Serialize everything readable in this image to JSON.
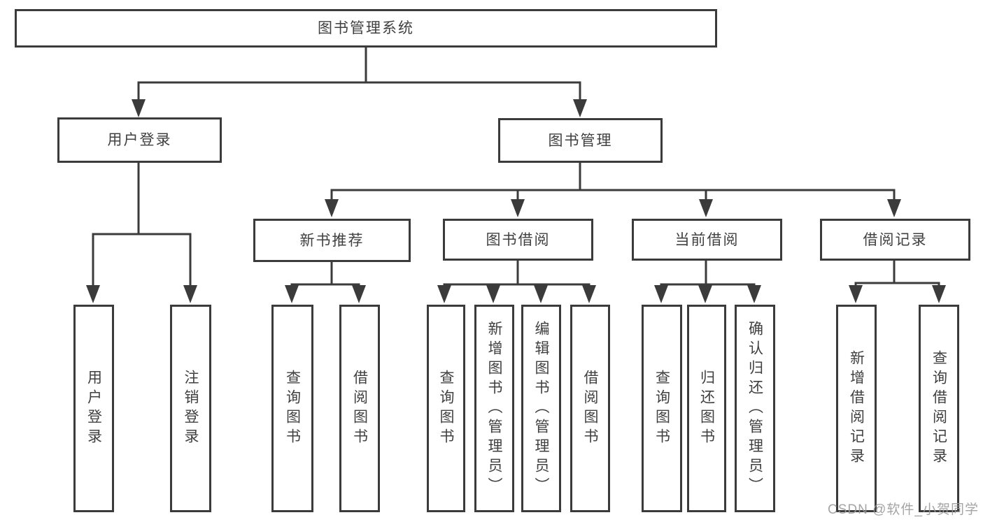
{
  "diagram": {
    "type": "hierarchy",
    "colors": {
      "line": "#3b3b3b",
      "box_border": "#3b3b3b",
      "text": "#404040",
      "background": "#ffffff",
      "watermark": "#9b9b9b"
    },
    "root": {
      "label": "图书管理系统"
    },
    "branches": {
      "user_login": {
        "label": "用户登录",
        "children": [
          {
            "label": "用户登录"
          },
          {
            "label": "注销登录"
          }
        ]
      },
      "book_mgmt": {
        "label": "图书管理",
        "sections": [
          {
            "label": "新书推荐",
            "children": [
              {
                "label": "查询图书"
              },
              {
                "label": "借阅图书"
              }
            ]
          },
          {
            "label": "图书借阅",
            "children": [
              {
                "label": "查询图书"
              },
              {
                "label": "新增图书（管理员）"
              },
              {
                "label": "编辑图书（管理员）"
              },
              {
                "label": "借阅图书"
              }
            ]
          },
          {
            "label": "当前借阅",
            "children": [
              {
                "label": "查询图书"
              },
              {
                "label": "归还图书"
              },
              {
                "label": "确认归还（管理员）"
              }
            ]
          },
          {
            "label": "借阅记录",
            "children": [
              {
                "label": "新增借阅记录"
              },
              {
                "label": "查询借阅记录"
              }
            ]
          }
        ]
      }
    },
    "watermark": "CSDN @软件_小贺同学"
  }
}
